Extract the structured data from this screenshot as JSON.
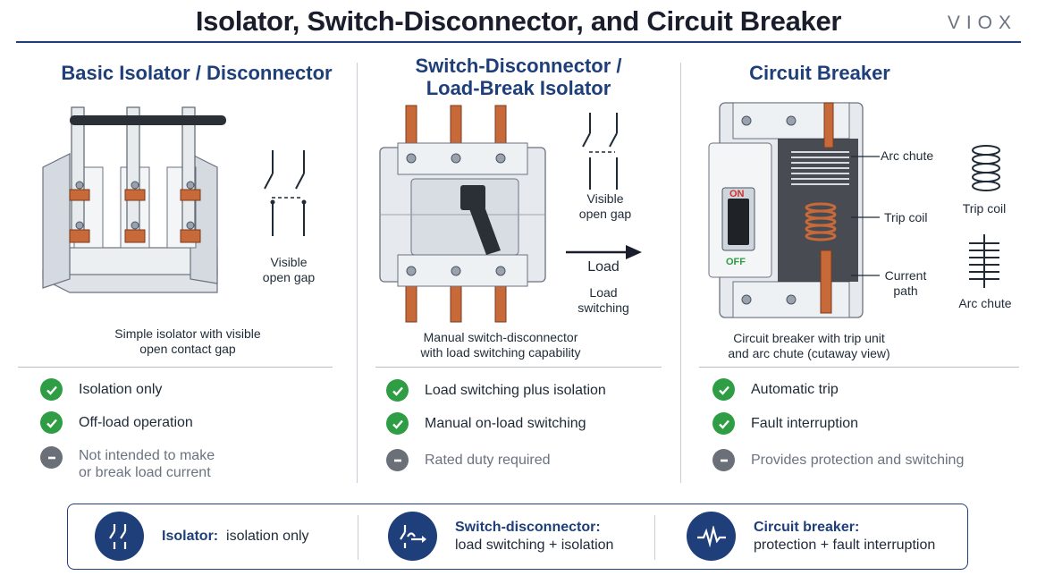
{
  "header": {
    "title": "Isolator, Switch-Disconnector, and Circuit Breaker",
    "brand": "VIOX"
  },
  "columns": [
    {
      "title": "Basic Isolator / Disconnector",
      "symbol_label": "Visible\nopen gap",
      "caption": "Simple isolator with visible\nopen contact gap",
      "features": [
        {
          "text": "Isolation only",
          "status": "check"
        },
        {
          "text": "Off-load operation",
          "status": "check"
        },
        {
          "text": "Not intended to make\nor break load current",
          "status": "minus"
        }
      ]
    },
    {
      "title": "Switch-Disconnector /\nLoad-Break Isolator",
      "symbol_label": "Visible\nopen gap",
      "arrow_label": "Load",
      "arrow_sublabel": "Load\nswitching",
      "caption": "Manual switch-disconnector\nwith load switching capability",
      "features": [
        {
          "text": "Load switching plus isolation",
          "status": "check"
        },
        {
          "text": "Manual on-load switching",
          "status": "check"
        },
        {
          "text": "Rated duty required",
          "status": "minus"
        }
      ]
    },
    {
      "title": "Circuit Breaker",
      "callouts": {
        "arc_chute": "Arc chute",
        "trip_coil": "Trip coil",
        "current_path": "Current\npath"
      },
      "switch_on": "ON",
      "switch_off": "OFF",
      "icon_labels": {
        "trip_coil": "Trip coil",
        "arc_chute": "Arc chute"
      },
      "caption": "Circuit breaker with trip unit\nand arc chute (cutaway view)",
      "features": [
        {
          "text": "Automatic trip",
          "status": "check"
        },
        {
          "text": "Fault interruption",
          "status": "check"
        },
        {
          "text": "Provides protection and switching",
          "status": "minus"
        }
      ]
    }
  ],
  "legend": [
    {
      "name": "Isolator:",
      "desc": "isolation only",
      "icon": "isolator-symbol-icon"
    },
    {
      "name": "Switch-disconnector:",
      "desc": "load switching + isolation",
      "icon": "switch-disconnector-symbol-icon"
    },
    {
      "name": "Circuit breaker:",
      "desc": "protection + fault interruption",
      "icon": "circuit-breaker-waveform-icon"
    }
  ],
  "colors": {
    "navy": "#1f3f7a",
    "check_green": "#2e9d44",
    "minus_gray": "#6b7078",
    "copper": "#c8693a",
    "switch_red": "#d32f2f",
    "off_green": "#2e9d44"
  }
}
